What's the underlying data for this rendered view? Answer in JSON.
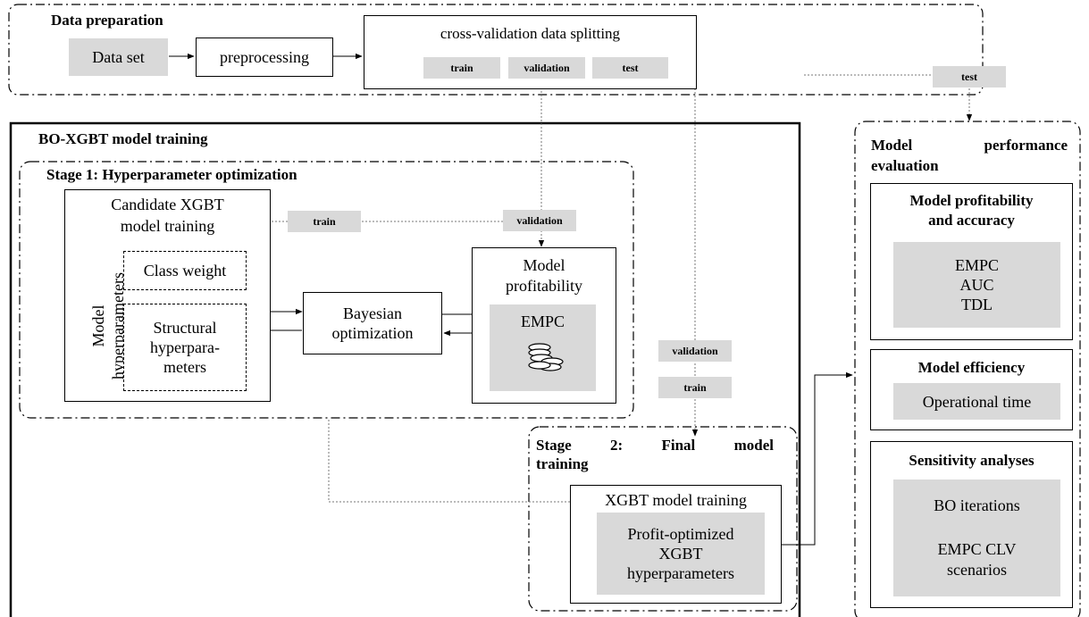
{
  "data_prep": {
    "title": "Data preparation",
    "dataset": "Data set",
    "preprocessing": "preprocessing",
    "cv_split": "cross-validation data splitting",
    "train": "train",
    "validation": "validation",
    "test": "test"
  },
  "training": {
    "title": "BO-XGBT model training",
    "stage1": {
      "title": "Stage 1: Hyperparameter optimization",
      "candidate_l1": "Candidate XGBT",
      "candidate_l2": "model training",
      "model_hp_l1": "Model",
      "model_hp_l2": "hyperparameters",
      "class_weight": "Class weight",
      "structural_l1": "Structural",
      "structural_l2": "hyperpara-",
      "structural_l3": "meters",
      "bayesian_l1": "Bayesian",
      "bayesian_l2": "optimization",
      "profit_l1": "Model",
      "profit_l2": "profitability",
      "empc": "EMPC",
      "coins_icon": "coins-icon"
    },
    "stage2": {
      "title_w1": "Stage",
      "title_w2": "2:",
      "title_w3": "Final",
      "title_w4": "model",
      "title_l2": "training",
      "xgbt": "XGBT model training",
      "profit_l1": "Profit-optimized",
      "profit_l2": "XGBT",
      "profit_l3": "hyperparameters"
    }
  },
  "labels": {
    "test": "test",
    "train": "train",
    "validation": "validation"
  },
  "evaluation": {
    "title_w1": "Model",
    "title_w2": "performance",
    "title_l2": "evaluation",
    "profit_l1": "Model profitability",
    "profit_l2": "and accuracy",
    "metrics": [
      "EMPC",
      "AUC",
      "TDL"
    ],
    "efficiency": "Model efficiency",
    "op_time": "Operational time",
    "sensitivity": "Sensitivity analyses",
    "bo_iter": "BO iterations",
    "empc_clv_l1": "EMPC CLV",
    "empc_clv_l2": "scenarios"
  }
}
